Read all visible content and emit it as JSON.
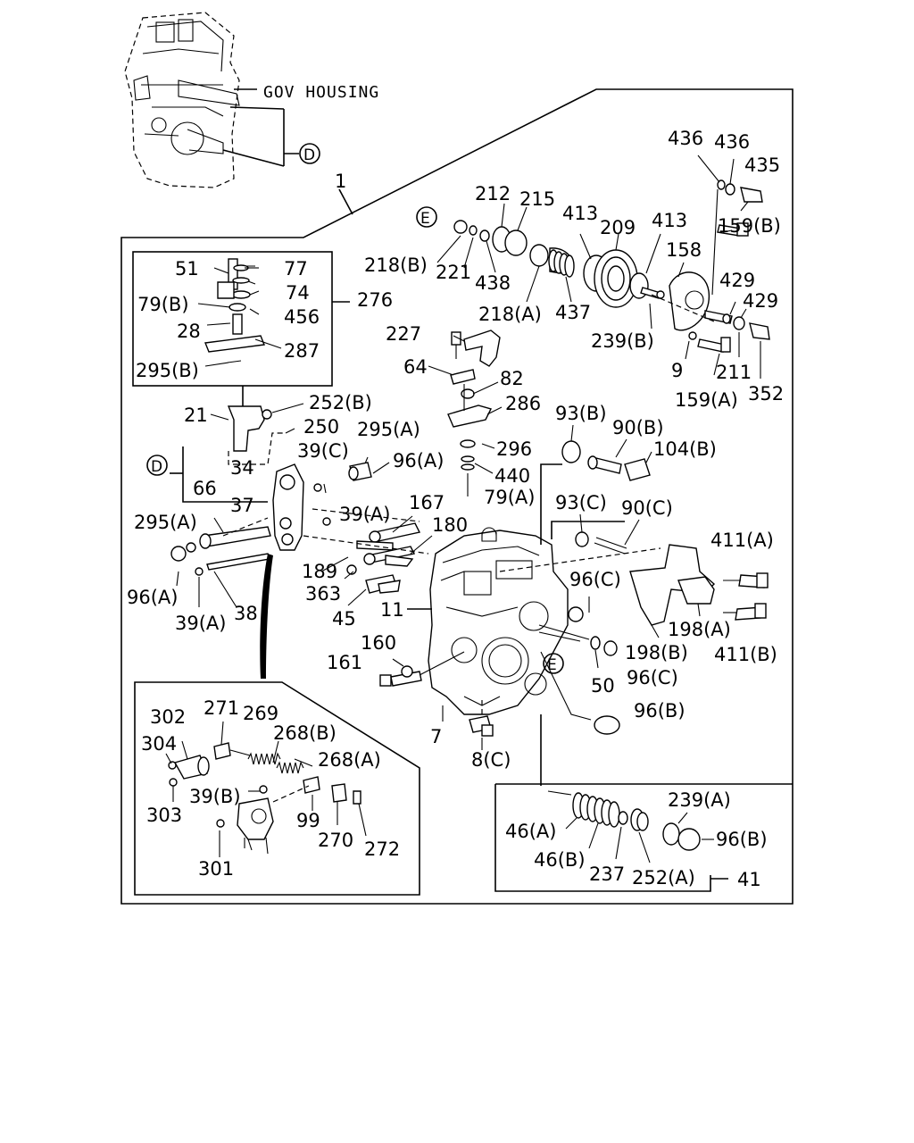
{
  "caption": "GOV HOUSING",
  "refs": {
    "D_top": "D",
    "D_left": "D",
    "E_top": "E",
    "E_mid": "E"
  },
  "labels": {
    "l1": "1",
    "l7": "7",
    "l8c": "8(C)",
    "l9": "9",
    "l11": "11",
    "l21": "21",
    "l28": "28",
    "l34": "34",
    "l37": "37",
    "l38": "38",
    "l39a1": "39(A)",
    "l39a2": "39(A)",
    "l39b": "39(B)",
    "l39c": "39(C)",
    "l41": "41",
    "l45": "45",
    "l46a": "46(A)",
    "l46b": "46(B)",
    "l50": "50",
    "l51": "51",
    "l64": "64",
    "l66": "66",
    "l74": "74",
    "l77": "77",
    "l79a": "79(A)",
    "l79b": "79(B)",
    "l82": "82",
    "l90b": "90(B)",
    "l90c": "90(C)",
    "l93b": "93(B)",
    "l93c": "93(C)",
    "l96a1": "96(A)",
    "l96a2": "96(A)",
    "l96b1": "96(B)",
    "l96b2": "96(B)",
    "l96c1": "96(C)",
    "l96c2": "96(C)",
    "l99": "99",
    "l104b": "104(B)",
    "l158": "158",
    "l159a": "159(A)",
    "l159b": "159(B)",
    "l160": "160",
    "l161": "161",
    "l167": "167",
    "l180": "180",
    "l189": "189",
    "l198a": "198(A)",
    "l198b": "198(B)",
    "l209": "209",
    "l211": "211",
    "l212": "212",
    "l215": "215",
    "l218a": "218(A)",
    "l218b": "218(B)",
    "l221": "221",
    "l227": "227",
    "l237": "237",
    "l239a": "239(A)",
    "l239b": "239(B)",
    "l250": "250",
    "l252a": "252(A)",
    "l252b": "252(B)",
    "l268a": "268(A)",
    "l268b": "268(B)",
    "l269": "269",
    "l270": "270",
    "l271": "271",
    "l272": "272",
    "l276": "276",
    "l286": "286",
    "l287": "287",
    "l295a1": "295(A)",
    "l295a2": "295(A)",
    "l295b": "295(B)",
    "l296": "296",
    "l301": "301",
    "l302": "302",
    "l303": "303",
    "l304": "304",
    "l352": "352",
    "l363": "363",
    "l411a": "411(A)",
    "l411b": "411(B)",
    "l413a": "413",
    "l413b": "413",
    "l429a": "429",
    "l429b": "429",
    "l435": "435",
    "l436a": "436",
    "l436b": "436",
    "l437": "437",
    "l438": "438",
    "l440": "440",
    "l456": "456"
  }
}
